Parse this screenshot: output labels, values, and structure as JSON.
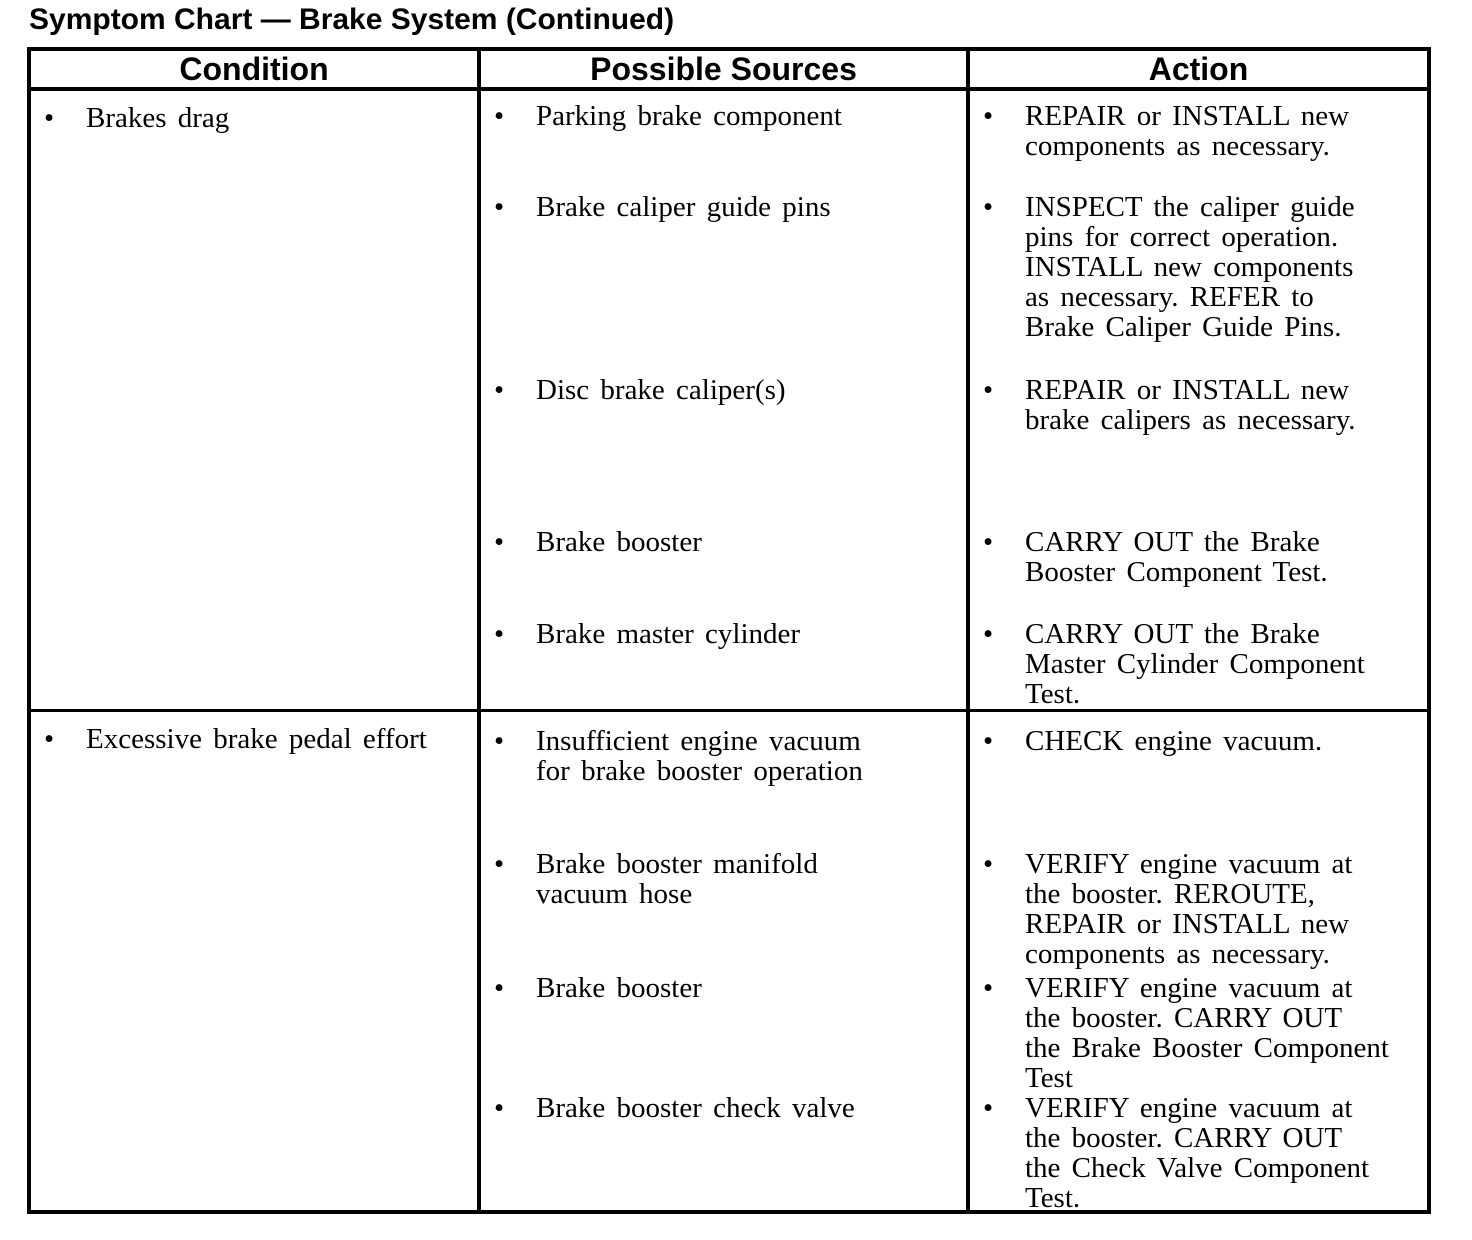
{
  "title": "Symptom Chart — Brake System (Continued)",
  "bullet": "•",
  "colors": {
    "text": "#000000",
    "background": "#ffffff",
    "border": "#000000"
  },
  "table": {
    "headers": [
      "Condition",
      "Possible Sources",
      "Action"
    ],
    "rows": [
      {
        "condition": "Brakes drag",
        "items": [
          {
            "source": "Parking brake component",
            "action": "REPAIR or INSTALL new\ncomponents as necessary."
          },
          {
            "source": "Brake caliper guide pins",
            "action": "INSPECT the caliper guide\npins for correct operation.\nINSTALL new components\nas necessary. REFER to\nBrake Caliper Guide Pins."
          },
          {
            "source": "Disc brake caliper(s)",
            "action": "REPAIR or INSTALL new\nbrake calipers as necessary."
          },
          {
            "source": "Brake booster",
            "action": "CARRY OUT the Brake\nBooster Component Test."
          },
          {
            "source": "Brake master cylinder",
            "action": "CARRY OUT the Brake\nMaster Cylinder Component\nTest."
          }
        ]
      },
      {
        "condition": "Excessive brake pedal effort",
        "items": [
          {
            "source": "Insufficient engine vacuum\nfor brake booster operation",
            "action": "CHECK engine vacuum."
          },
          {
            "source": "Brake booster manifold\nvacuum hose",
            "action": "VERIFY engine vacuum at\nthe booster. REROUTE,\nREPAIR or INSTALL new\ncomponents as necessary."
          },
          {
            "source": "Brake booster",
            "action": "VERIFY engine vacuum at\nthe booster. CARRY OUT\nthe Brake Booster Component\nTest"
          },
          {
            "source": "Brake booster check valve",
            "action": "VERIFY engine vacuum at\nthe booster. CARRY OUT\nthe Check Valve Component\nTest."
          }
        ]
      }
    ]
  }
}
